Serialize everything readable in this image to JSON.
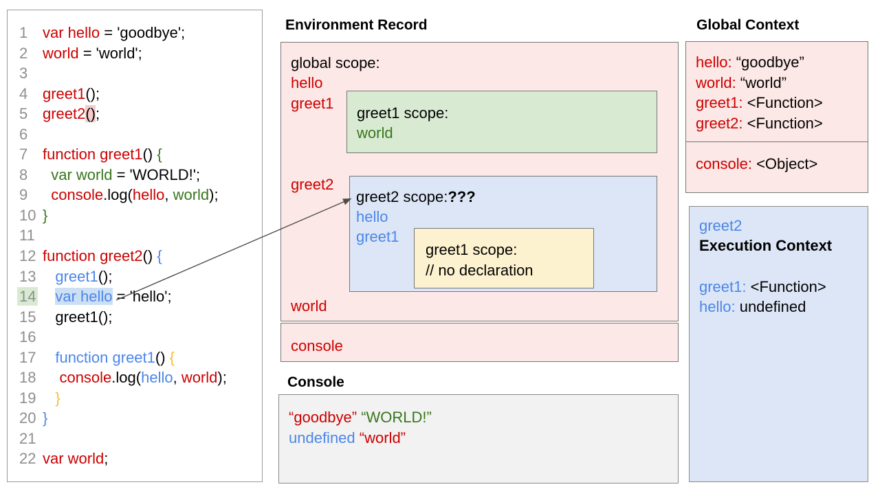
{
  "colors": {
    "code_red": "#cc0000",
    "code_green": "#38761d",
    "code_blue": "#4a86e8",
    "code_yellow": "#f1c232",
    "pink_bg": "#fce8e6",
    "green_bg": "#d9ead3",
    "blue_bg": "#dce6f7",
    "yellow_bg": "#fdf2cf",
    "console_bg": "#f2f2f2",
    "line_number_gray": "#8e8e8e",
    "highlight_pink": "#f4cccc",
    "highlight_blue": "#cddff5",
    "highlight_green": "#d9ead3"
  },
  "code_panel": {
    "lines": [
      {
        "num": "1",
        "tokens": [
          {
            "t": "var hello",
            "c": "red"
          },
          {
            "t": " = 'goodbye';",
            "c": "black"
          }
        ]
      },
      {
        "num": "2",
        "tokens": [
          {
            "t": "world",
            "c": "red"
          },
          {
            "t": " = 'world';",
            "c": "black"
          }
        ]
      },
      {
        "num": "3",
        "tokens": []
      },
      {
        "num": "4",
        "tokens": [
          {
            "t": "greet1",
            "c": "red"
          },
          {
            "t": "();",
            "c": "black"
          }
        ]
      },
      {
        "num": "5",
        "tokens": [
          {
            "t": "greet2",
            "c": "red"
          },
          {
            "t": "()",
            "c": "black",
            "hl": "pink"
          },
          {
            "t": ";",
            "c": "black"
          }
        ]
      },
      {
        "num": "6",
        "tokens": []
      },
      {
        "num": "7",
        "tokens": [
          {
            "t": "function greet1",
            "c": "red"
          },
          {
            "t": "() ",
            "c": "black"
          },
          {
            "t": "{",
            "c": "green"
          }
        ]
      },
      {
        "num": "8",
        "tokens": [
          {
            "t": "  ",
            "c": "black"
          },
          {
            "t": "var world",
            "c": "green"
          },
          {
            "t": " = 'WORLD!';",
            "c": "black"
          }
        ]
      },
      {
        "num": "9",
        "tokens": [
          {
            "t": "  ",
            "c": "black"
          },
          {
            "t": "console",
            "c": "red"
          },
          {
            "t": ".log(",
            "c": "black"
          },
          {
            "t": "hello",
            "c": "red"
          },
          {
            "t": ", ",
            "c": "black"
          },
          {
            "t": "world",
            "c": "green"
          },
          {
            "t": ");",
            "c": "black"
          }
        ]
      },
      {
        "num": "10",
        "tokens": [
          {
            "t": "}",
            "c": "green"
          }
        ]
      },
      {
        "num": "11",
        "tokens": []
      },
      {
        "num": "12",
        "tokens": [
          {
            "t": "function greet2",
            "c": "red"
          },
          {
            "t": "() ",
            "c": "black"
          },
          {
            "t": "{",
            "c": "blue"
          }
        ]
      },
      {
        "num": "13",
        "tokens": [
          {
            "t": "   ",
            "c": "black"
          },
          {
            "t": "greet1",
            "c": "blue"
          },
          {
            "t": "();",
            "c": "black"
          }
        ]
      },
      {
        "num": "14",
        "num_hl": "green",
        "tokens": [
          {
            "t": "   ",
            "c": "black"
          },
          {
            "t": "var hello",
            "c": "blue",
            "hl": "blue"
          },
          {
            "t": " = 'hello';",
            "c": "black"
          }
        ]
      },
      {
        "num": "15",
        "tokens": [
          {
            "t": "   greet1();",
            "c": "black"
          }
        ]
      },
      {
        "num": "16",
        "tokens": []
      },
      {
        "num": "17",
        "tokens": [
          {
            "t": "   ",
            "c": "black"
          },
          {
            "t": "function greet1",
            "c": "blue"
          },
          {
            "t": "() ",
            "c": "black"
          },
          {
            "t": "{",
            "c": "yellow"
          }
        ]
      },
      {
        "num": "18",
        "tokens": [
          {
            "t": "    ",
            "c": "black"
          },
          {
            "t": "console",
            "c": "red"
          },
          {
            "t": ".log(",
            "c": "black"
          },
          {
            "t": "hello",
            "c": "blue"
          },
          {
            "t": ", ",
            "c": "black"
          },
          {
            "t": "world",
            "c": "red"
          },
          {
            "t": ");",
            "c": "black"
          }
        ]
      },
      {
        "num": "19",
        "tokens": [
          {
            "t": "   ",
            "c": "black"
          },
          {
            "t": "}",
            "c": "yellow"
          }
        ]
      },
      {
        "num": "20",
        "tokens": [
          {
            "t": "}",
            "c": "blue"
          }
        ]
      },
      {
        "num": "21",
        "tokens": []
      },
      {
        "num": "22",
        "tokens": [
          {
            "t": "var world",
            "c": "red"
          },
          {
            "t": ";",
            "c": "black"
          }
        ]
      }
    ]
  },
  "env_record": {
    "title": "Environment Record",
    "global_label": "global scope:",
    "var_hello": "hello",
    "var_greet1": "greet1",
    "var_greet2": "greet2",
    "var_world": "world",
    "console_item": "console",
    "greet1_scope": {
      "label": "greet1 scope:",
      "var_world": "world"
    },
    "greet2_scope": {
      "label": "greet2 scope:",
      "question": "???",
      "var_hello": "hello",
      "var_greet1": "greet1",
      "greet1_scope": {
        "label": "greet1 scope:",
        "comment": "// no declaration"
      }
    }
  },
  "console_panel": {
    "title": "Console",
    "lines": [
      [
        {
          "t": "“goodbye”",
          "c": "red"
        },
        {
          "t": " ",
          "c": "black"
        },
        {
          "t": "“WORLD!”",
          "c": "green"
        }
      ],
      [
        {
          "t": "undefined",
          "c": "blue"
        },
        {
          "t": " ",
          "c": "black"
        },
        {
          "t": "“world”",
          "c": "red"
        }
      ]
    ]
  },
  "global_context": {
    "title": "Global Context",
    "entries": [
      {
        "key": "hello:",
        "value": " “goodbye”"
      },
      {
        "key": "world:",
        "value": " “world”"
      },
      {
        "key": "greet1:",
        "value": " <Function>"
      },
      {
        "key": "greet2:",
        "value": " <Function>"
      }
    ],
    "console_entry": {
      "key": "console:",
      "value": " <Object>"
    }
  },
  "execution_context": {
    "name": "greet2",
    "subtitle": "Execution Context",
    "entries": [
      {
        "key": "greet1:",
        "value": " <Function>"
      },
      {
        "key": "hello:",
        "value": " undefined"
      }
    ]
  }
}
